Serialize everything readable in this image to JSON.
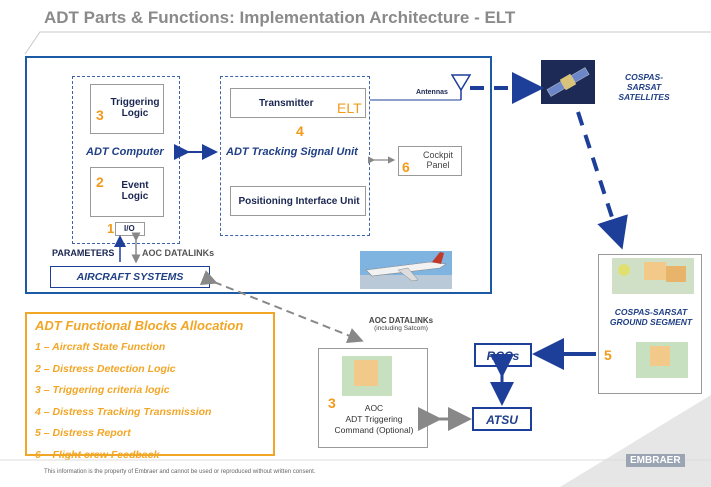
{
  "title": "ADT Parts & Functions: Implementation Architecture - ELT",
  "adt_computer": {
    "label": "ADT Computer",
    "triggering": {
      "num": "3",
      "label_line1": "Triggering",
      "label_line2": "Logic"
    },
    "event": {
      "num": "2",
      "label_line1": "Event",
      "label_line2": "Logic"
    },
    "io": {
      "num": "1",
      "label": "I/O"
    }
  },
  "tracking_unit": {
    "label": "ADT Tracking Signal Unit",
    "transmitter": "Transmitter",
    "elt": "ELT",
    "num": "4",
    "positioning": "Positioning Interface Unit",
    "antennas": "Antennas"
  },
  "cockpit": {
    "num": "6",
    "line1": "Cockpit",
    "line2": "Panel"
  },
  "parameters": "PARAMETERS",
  "aoc_datalinks_main": "AOC DATALINKs",
  "aircraft_systems": "AIRCRAFT SYSTEMS",
  "satellites": {
    "line1": "COSPAS-SARSAT",
    "line2": "SATELLITES"
  },
  "ground_segment": {
    "num": "5",
    "line1": "COSPAS-SARSAT",
    "line2": "GROUND SEGMENT"
  },
  "aoc_datalinks_satcom": {
    "line1": "AOC DATALINKs",
    "line2": "(including Satcom)"
  },
  "aoc_command": {
    "num": "3",
    "line1": "AOC",
    "line2": "ADT Triggering",
    "line3": "Command (Optional)"
  },
  "rccs": "RCCs",
  "atsu": "ATSU",
  "legend": {
    "title": "ADT Functional Blocks Allocation",
    "items": [
      "1 – Aircraft State Function",
      "2 – Distress Detection Logic",
      "3 – Triggering criteria logic",
      "4 – Distress Tracking Transmission",
      "5 – Distress Report",
      "6 – Flight crew Feedback"
    ]
  },
  "footer": "This information is the property of Embraer and cannot be used or reproduced without written consent.",
  "logo": "EMBRAER",
  "colors": {
    "blue": "#1d3f9a",
    "orange": "#f39a1a",
    "gray": "#8a8a8a"
  }
}
